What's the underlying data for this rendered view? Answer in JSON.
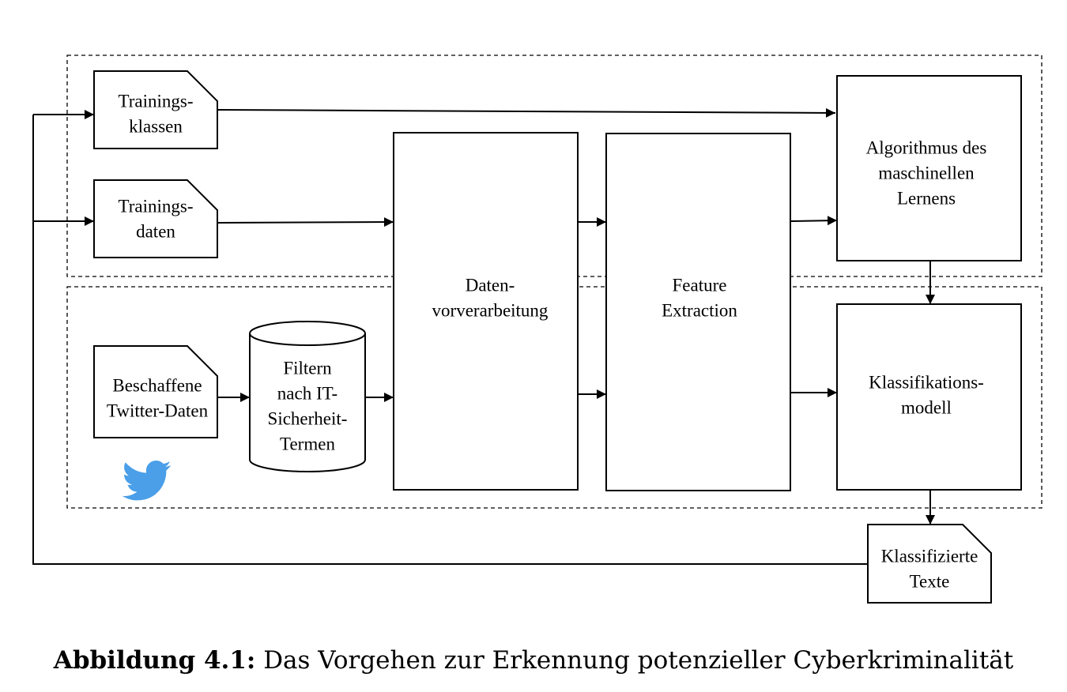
{
  "nodes": {
    "trainingsklassen": [
      "Trainings-",
      "klassen"
    ],
    "trainingsdaten": [
      "Trainings-",
      "daten"
    ],
    "beschaffene": [
      "Beschaffene",
      "Twitter-Daten"
    ],
    "filtern": [
      "Filtern",
      "nach IT-",
      "Sicherheit-",
      "Termen"
    ],
    "vorverarbeitung": [
      "Daten-",
      "vorverarbeitung"
    ],
    "feature": [
      "Feature",
      "Extraction"
    ],
    "algorithmus": [
      "Algorithmus des",
      "maschinellen",
      "Lernens"
    ],
    "klassifikationsmodell": [
      "Klassifikations-",
      "modell"
    ],
    "klassifizierte": [
      "Klassifizierte",
      "Texte"
    ]
  },
  "icons": {
    "twitter": "twitter-bird-icon"
  },
  "colors": {
    "twitter": "#4a9fe8"
  },
  "caption": {
    "label": "Abbildung 4.1:",
    "text": "Das Vorgehen zur Erkennung potenzieller Cyberkriminalität"
  }
}
